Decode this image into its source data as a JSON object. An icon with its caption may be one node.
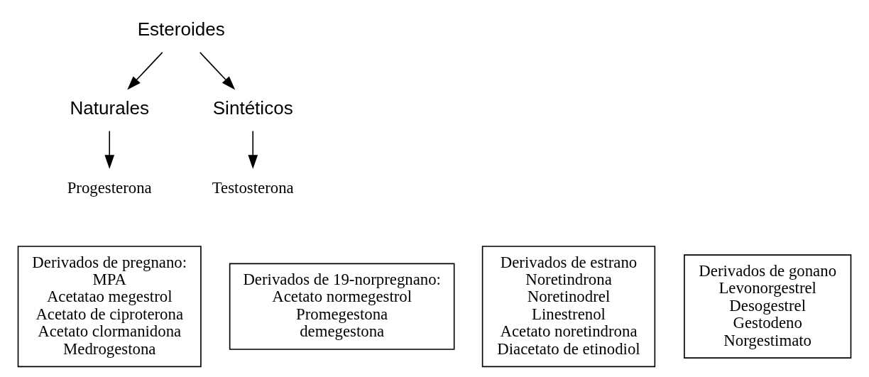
{
  "diagram": {
    "nodes": [
      {
        "text": [
          "Esteroides"
        ]
      },
      {
        "text": [
          "Naturales"
        ]
      },
      {
        "text": [
          "Sintéticos"
        ]
      },
      {
        "text": [
          "Progesterona"
        ]
      },
      {
        "text": [
          "Testosterona"
        ]
      },
      {
        "text": [
          "Derivados de pregnano:",
          "MPA",
          "Acetatao megestrol",
          "Acetato de ciproterona",
          "Acetato clormanidona",
          "Medrogestona"
        ]
      },
      {
        "text": [
          "Derivados de 19-norpregnano:",
          "Acetato normegestrol",
          "Promegestona",
          "demegestona"
        ]
      },
      {
        "text": [
          "Derivados de estrano",
          "Noretindrona",
          "Noretinodrel",
          "Linestrenol",
          "Acetato noretindrona",
          "Diacetato de etinodiol"
        ]
      },
      {
        "text": [
          "Derivados de gonano",
          "Levonorgestrel",
          "Desogestrel",
          "Gestodeno",
          "Norgestimato"
        ]
      }
    ],
    "edges": [
      {
        "from": 0,
        "to": 1,
        "arrow": "to"
      },
      {
        "from": 0,
        "to": 2,
        "arrow": "to"
      },
      {
        "from": 1,
        "to": 3,
        "arrow": "to"
      },
      {
        "from": 2,
        "to": 4,
        "arrow": "to"
      }
    ]
  }
}
